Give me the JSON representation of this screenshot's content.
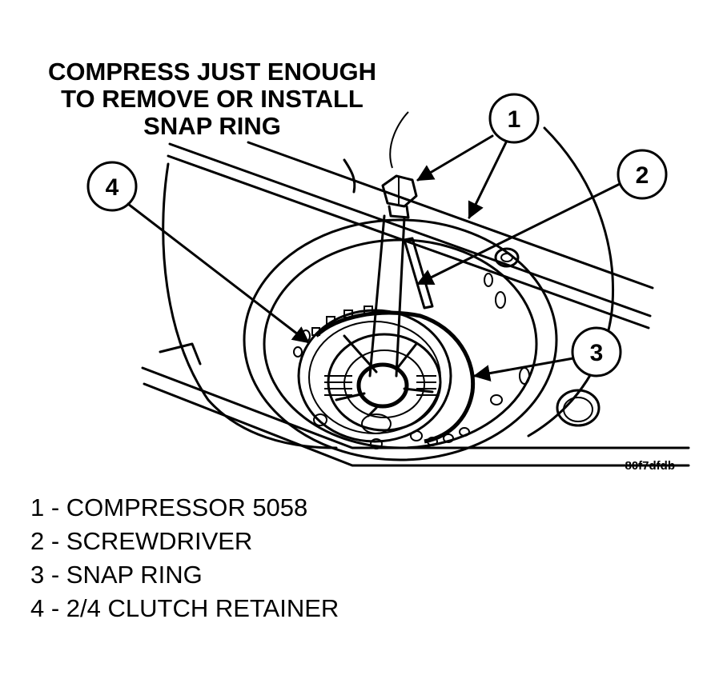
{
  "diagram": {
    "instruction": [
      "COMPRESS JUST ENOUGH",
      "TO REMOVE OR INSTALL",
      "SNAP RING"
    ],
    "callouts": [
      "1",
      "2",
      "3",
      "4"
    ],
    "figure_id": "80f7dfdb",
    "legend": [
      "1 - COMPRESSOR 5058",
      "2 - SCREWDRIVER",
      "3 - SNAP RING",
      "4 - 2/4 CLUTCH RETAINER"
    ]
  }
}
